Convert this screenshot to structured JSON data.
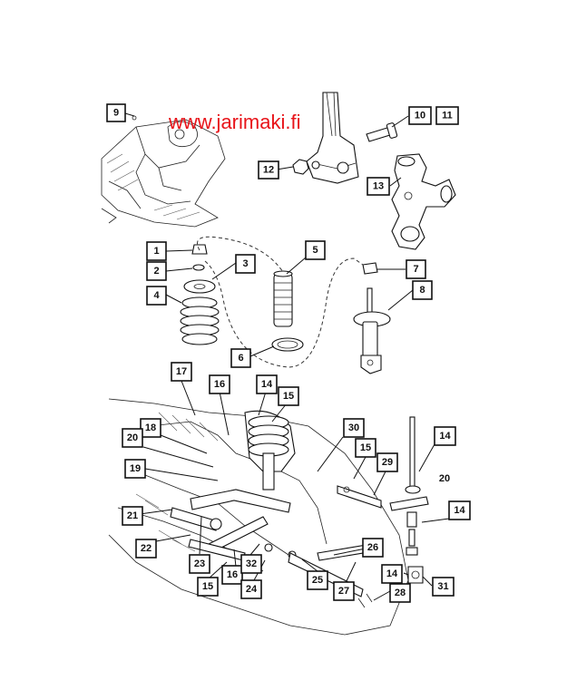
{
  "watermark": "www.jarimaki.fi",
  "callouts": {
    "c9": "9",
    "c10": "10",
    "c11": "11",
    "c12": "12",
    "c13": "13",
    "c1": "1",
    "c2": "2",
    "c3": "3",
    "c4": "4",
    "c5": "5",
    "c6": "6",
    "c7": "7",
    "c8": "8",
    "c17": "17",
    "c16a": "16",
    "c14a": "14",
    "c15a": "15",
    "c18": "18",
    "c20a": "20",
    "c19": "19",
    "c21": "21",
    "c22": "22",
    "c23": "23",
    "c16b": "16",
    "c32": "32",
    "c15b": "15",
    "c24": "24",
    "c25": "25",
    "c26": "26",
    "c27": "27",
    "c30": "30",
    "c15c": "15",
    "c29": "29",
    "c14b": "14",
    "c14c": "14",
    "c14d": "14",
    "c28": "28",
    "c31": "31"
  },
  "free_labels": {
    "l20": "20"
  }
}
